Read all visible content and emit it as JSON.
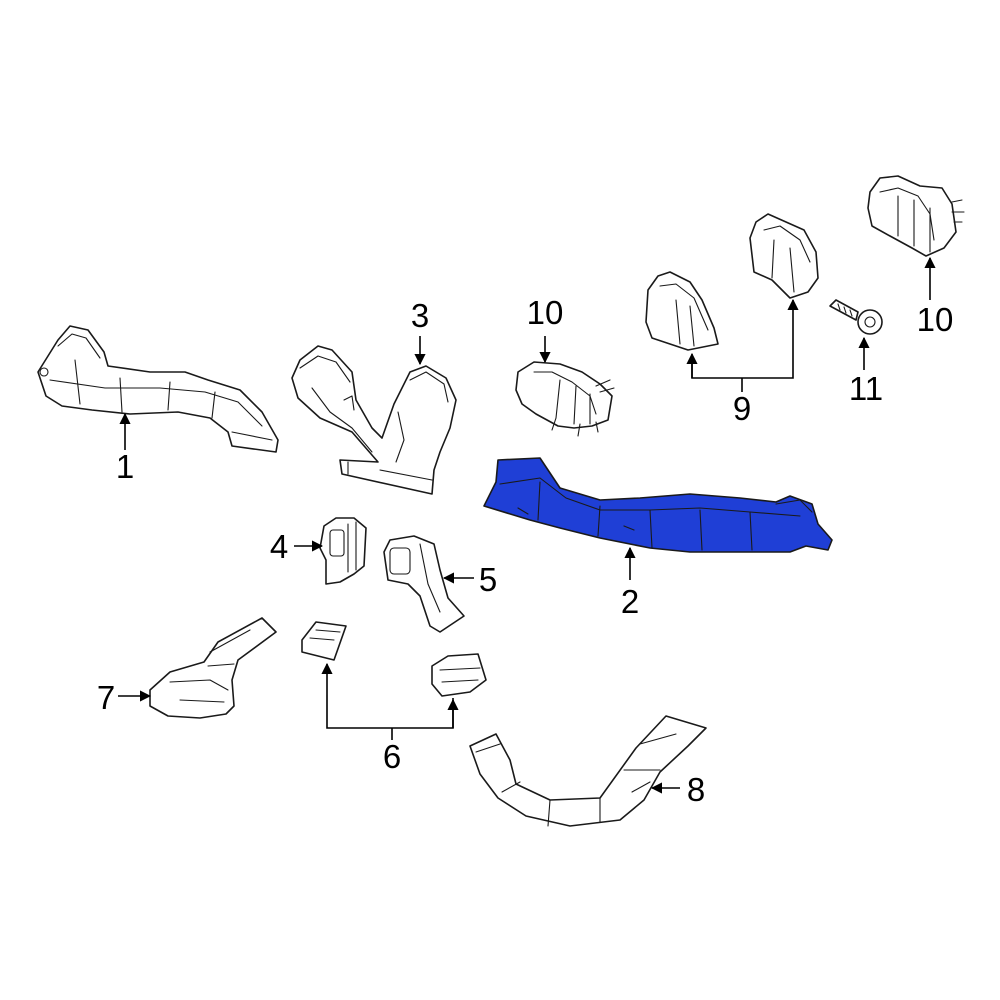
{
  "highlight_color": "#1f3fd6",
  "callouts": [
    {
      "id": "c1",
      "text": "1"
    },
    {
      "id": "c2",
      "text": "2"
    },
    {
      "id": "c3",
      "text": "3"
    },
    {
      "id": "c4",
      "text": "4"
    },
    {
      "id": "c5",
      "text": "5"
    },
    {
      "id": "c6",
      "text": "6"
    },
    {
      "id": "c7",
      "text": "7"
    },
    {
      "id": "c8",
      "text": "8"
    },
    {
      "id": "c9",
      "text": "9"
    },
    {
      "id": "c10a",
      "text": "10"
    },
    {
      "id": "c10b",
      "text": "10"
    },
    {
      "id": "c11",
      "text": "11"
    }
  ]
}
